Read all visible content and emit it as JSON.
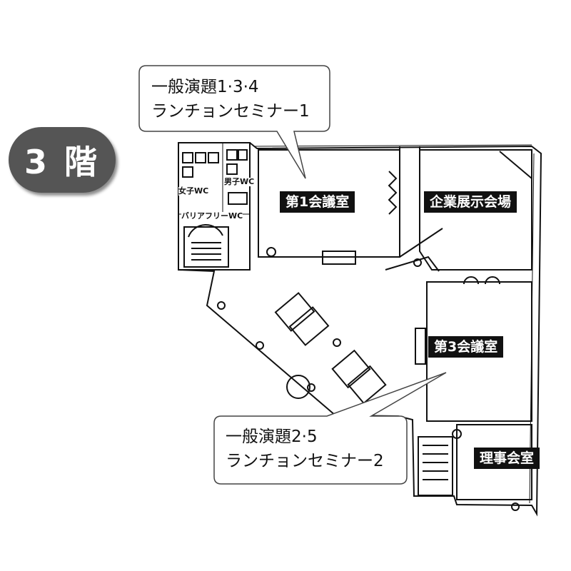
{
  "floor": {
    "label": "3 階"
  },
  "rooms": {
    "conference1": "第1会議室",
    "exhibition": "企業展示会場",
    "conference3": "第3会議室",
    "board_room": "理事会室"
  },
  "restrooms": {
    "women": "女子WC",
    "men": "男子WC",
    "barrier_free": "バリアフリーWC"
  },
  "callouts": [
    {
      "line1": "一般演題1·3·4",
      "line2": "ランチョンセミナー1"
    },
    {
      "line1": "一般演題2·5",
      "line2": "ランチョンセミナー2"
    }
  ],
  "colors": {
    "label_bg": "#111111",
    "badge_bg": "#555555",
    "wall": "#111111"
  }
}
